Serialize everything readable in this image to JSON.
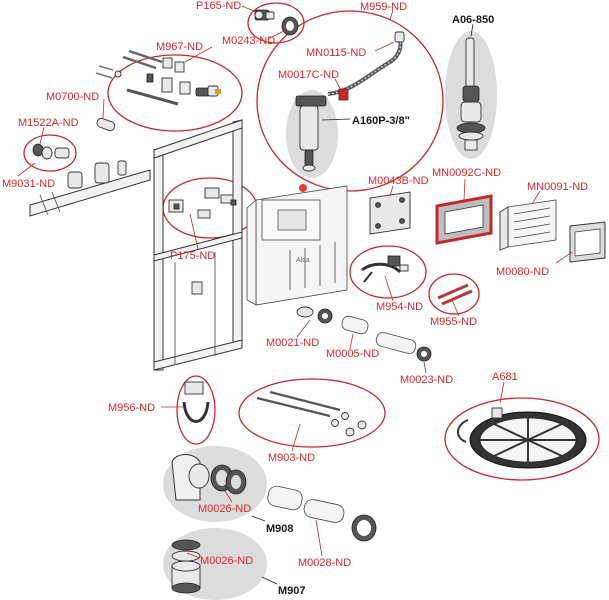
{
  "labels": {
    "p165": "P165-ND",
    "m0243": "M0243-ND",
    "m959": "M959-ND",
    "a06": "A06-850",
    "m967": "M967-ND",
    "mn0115": "MN0115-ND",
    "m0700": "M0700-ND",
    "m0017c": "M0017C-ND",
    "a160p": "A160P-3/8\"",
    "m1522a": "M1522A-ND",
    "m9031": "M9031-ND",
    "m0043b": "M0043B-ND",
    "mn0092c": "MN0092C-ND",
    "mn0091": "MN0091-ND",
    "p175": "P175-ND",
    "m0080": "M0080-ND",
    "m954": "M954-ND",
    "m955": "M955-ND",
    "m0021": "M0021-ND",
    "m0005": "M0005-ND",
    "m0023": "M0023-ND",
    "m956": "M956-ND",
    "m903": "M903-ND",
    "a681": "A681",
    "m0026a": "M0026-ND",
    "m908": "M908",
    "m0028": "M0028-ND",
    "m0026b": "M0026-ND",
    "m907": "M907"
  },
  "brand_mark": "Alca",
  "colors": {
    "label_red": "#d42a2a",
    "group_ring": "#c8262b",
    "highlight_grey": "#dcdcdc",
    "indicator_red": "#e53935",
    "gasket_red": "#c62828"
  }
}
